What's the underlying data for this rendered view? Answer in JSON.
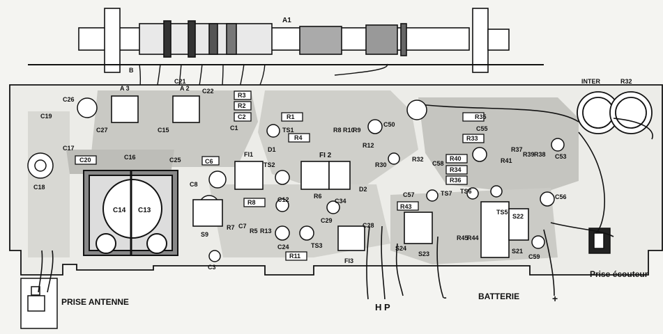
{
  "diagram": {
    "ferrite_antenna": "A1",
    "labels": {
      "prise_antenne": "PRISE ANTENNE",
      "hp": "H P",
      "batterie": "BATTERIE",
      "minus": "-",
      "plus": "+",
      "prise_ecouteur": "Prise écouteur",
      "inter": "INTER",
      "r32": "R32",
      "c53": "C53",
      "c56": "C56",
      "c3": "C3",
      "c18": "C18",
      "c19": "C19",
      "c17": "C17",
      "c26": "C26",
      "c27": "C27",
      "c20": "C20",
      "c16": "C16",
      "c25": "C25",
      "c21": "C21",
      "c22": "C22",
      "c15": "C15",
      "c14": "C14",
      "c13": "C13",
      "c6": "C6",
      "c8": "C8",
      "s9": "S9",
      "r7": "R7",
      "c7": "C7",
      "r5": "R5",
      "r13": "R13",
      "r8": "R8",
      "c12": "C12",
      "c24": "C24",
      "r11": "R11",
      "ts3": "TS3",
      "fi3": "FI3",
      "c34": "C34",
      "c28": "C28",
      "c29": "C29",
      "r6": "R6",
      "d2": "D2",
      "c57": "C57",
      "r43": "R43",
      "s24": "S24",
      "s23": "S23",
      "r45": "R45",
      "r44": "R44",
      "ts5": "TS5",
      "ts7": "TS7",
      "ts6": "TS6",
      "s22": "S22",
      "s21": "S21",
      "c59": "C59",
      "r36": "R36",
      "r34": "R34",
      "r40": "R40",
      "c58": "C58",
      "r41": "R41",
      "r37": "R37",
      "r39": "R39",
      "r38": "R38",
      "r33": "R33",
      "c55": "C55",
      "r35": "R35",
      "r30": "R30",
      "r32b": "R32",
      "c50": "C50",
      "r12": "R12",
      "r9": "R9",
      "r10": "R10",
      "r8b": "R8",
      "fi2": "FI 2",
      "ts2": "TS2",
      "fi1": "FI1",
      "d1": "D1",
      "r4": "R4",
      "ts1": "TS1",
      "r1": "R1",
      "c2": "C2",
      "c1": "C1",
      "r2": "R2",
      "r3": "R3",
      "a3": "A 3",
      "a2": "A 2",
      "b": "B"
    }
  }
}
